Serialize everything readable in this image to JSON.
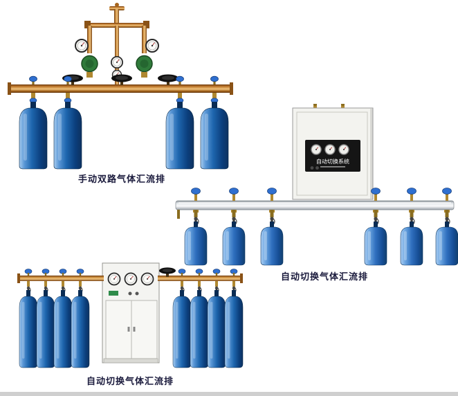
{
  "products": [
    {
      "caption": "手动双路气体汇流排"
    },
    {
      "caption": "自动切换气体汇流排",
      "cabinet_label": "自动切换系统"
    },
    {
      "caption": "自动切换气体汇流排"
    }
  ],
  "colors": {
    "caption_text": "#1a1a3c",
    "cylinder_blue_dark": "#0d4a94",
    "cylinder_blue_light": "#5a97d6",
    "copper_pipe": "#c17a2e",
    "brass_fitting": "#c9a83e",
    "rail_silver": "#d9dde0",
    "valve_knob_blue": "#2f6fd0",
    "regulator_green": "#2f7a3a",
    "cabinet_white": "#f3f3ef",
    "panel_black": "#151515"
  }
}
